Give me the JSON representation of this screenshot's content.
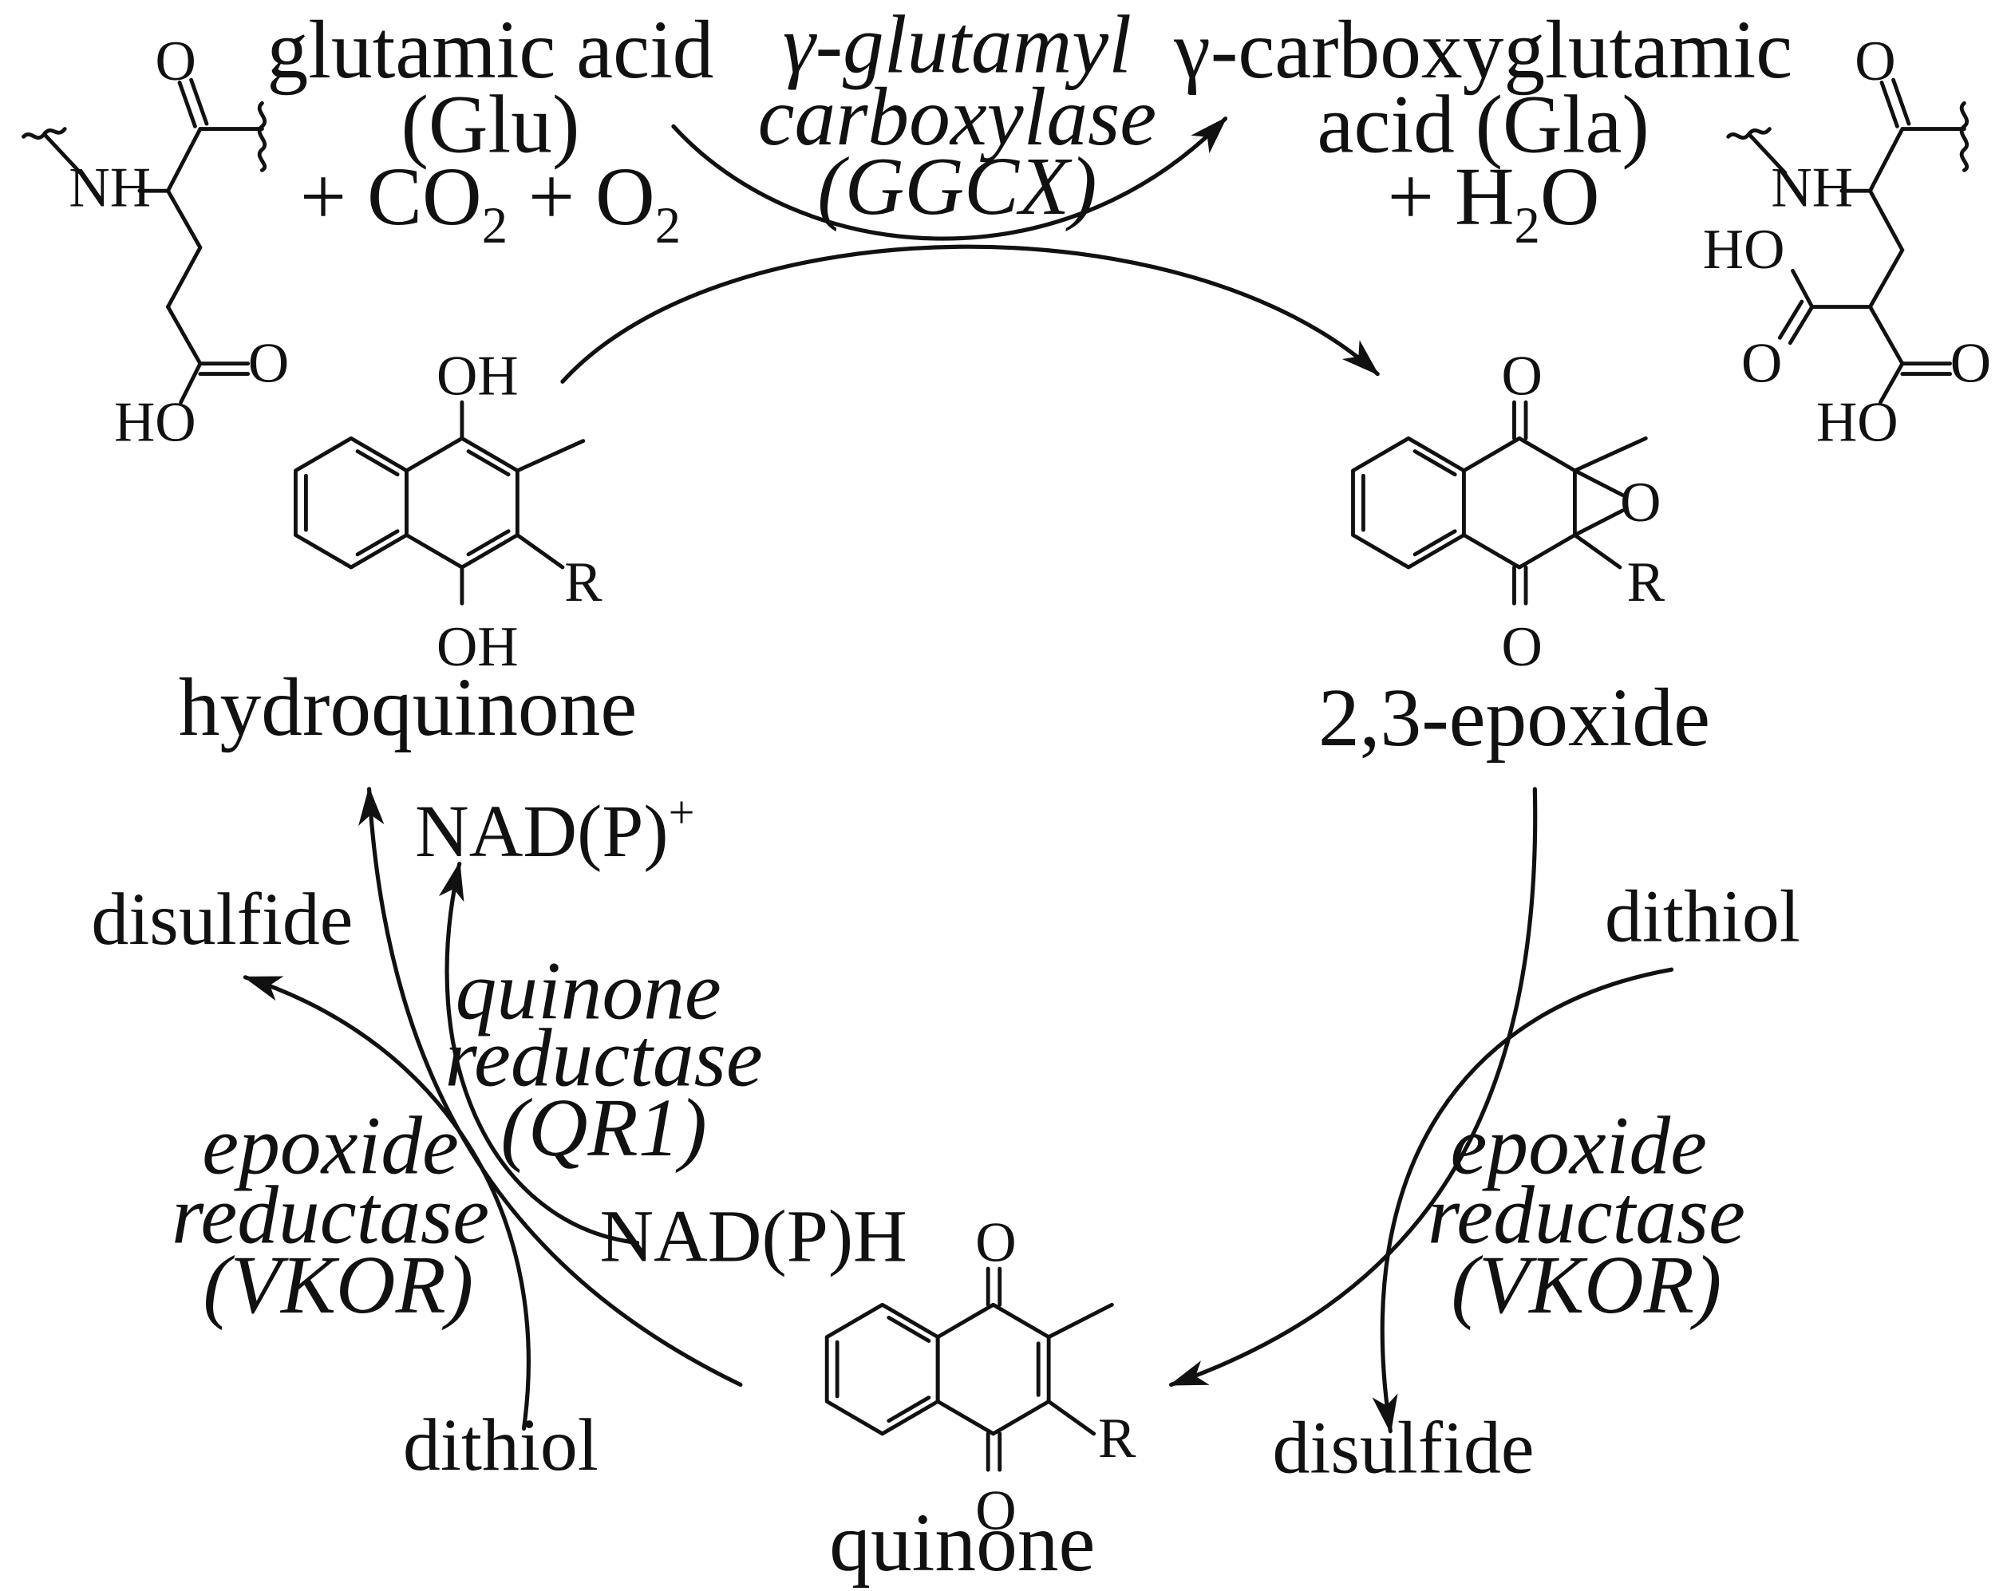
{
  "reaction": {
    "substrate_line1": "glutamic acid",
    "substrate_line2": "(Glu)",
    "substrate_line3_a": "+ CO",
    "substrate_line3_sub1": "2",
    "substrate_line3_b": " + O",
    "substrate_line3_sub2": "2",
    "enzyme_line1": "γ-glutamyl",
    "enzyme_line2": "carboxylase",
    "enzyme_line3": "(GGCX)",
    "product_line1": "γ-carboxyglutamic",
    "product_line2": "acid (Gla)",
    "product_line3_a": "+ H",
    "product_line3_sub": "2",
    "product_line3_b": "O"
  },
  "compounds": {
    "hydroquinone": "hydroquinone",
    "epoxide": "2,3-epoxide",
    "quinone": "quinone"
  },
  "atoms": {
    "O": "O",
    "NH": "NH",
    "HO": "HO",
    "OH": "OH",
    "R": "R"
  },
  "cofactors": {
    "nadp_plus": "NAD(P)",
    "nadp_plus_sup": "+",
    "nadph": "NAD(P)H",
    "disulfide_left": "disulfide",
    "disulfide_right": "disulfide",
    "dithiol_left": "dithiol",
    "dithiol_right": "dithiol"
  },
  "enzymes": {
    "qr1_line1": "quinone",
    "qr1_line2": "reductase",
    "qr1_line3": "(QR1)",
    "vkor_left_line1": "epoxide",
    "vkor_left_line2": "reductase",
    "vkor_left_line3": "(VKOR)",
    "vkor_right_line1": "epoxide",
    "vkor_right_line2": "reductase",
    "vkor_right_line3": "(VKOR)"
  }
}
